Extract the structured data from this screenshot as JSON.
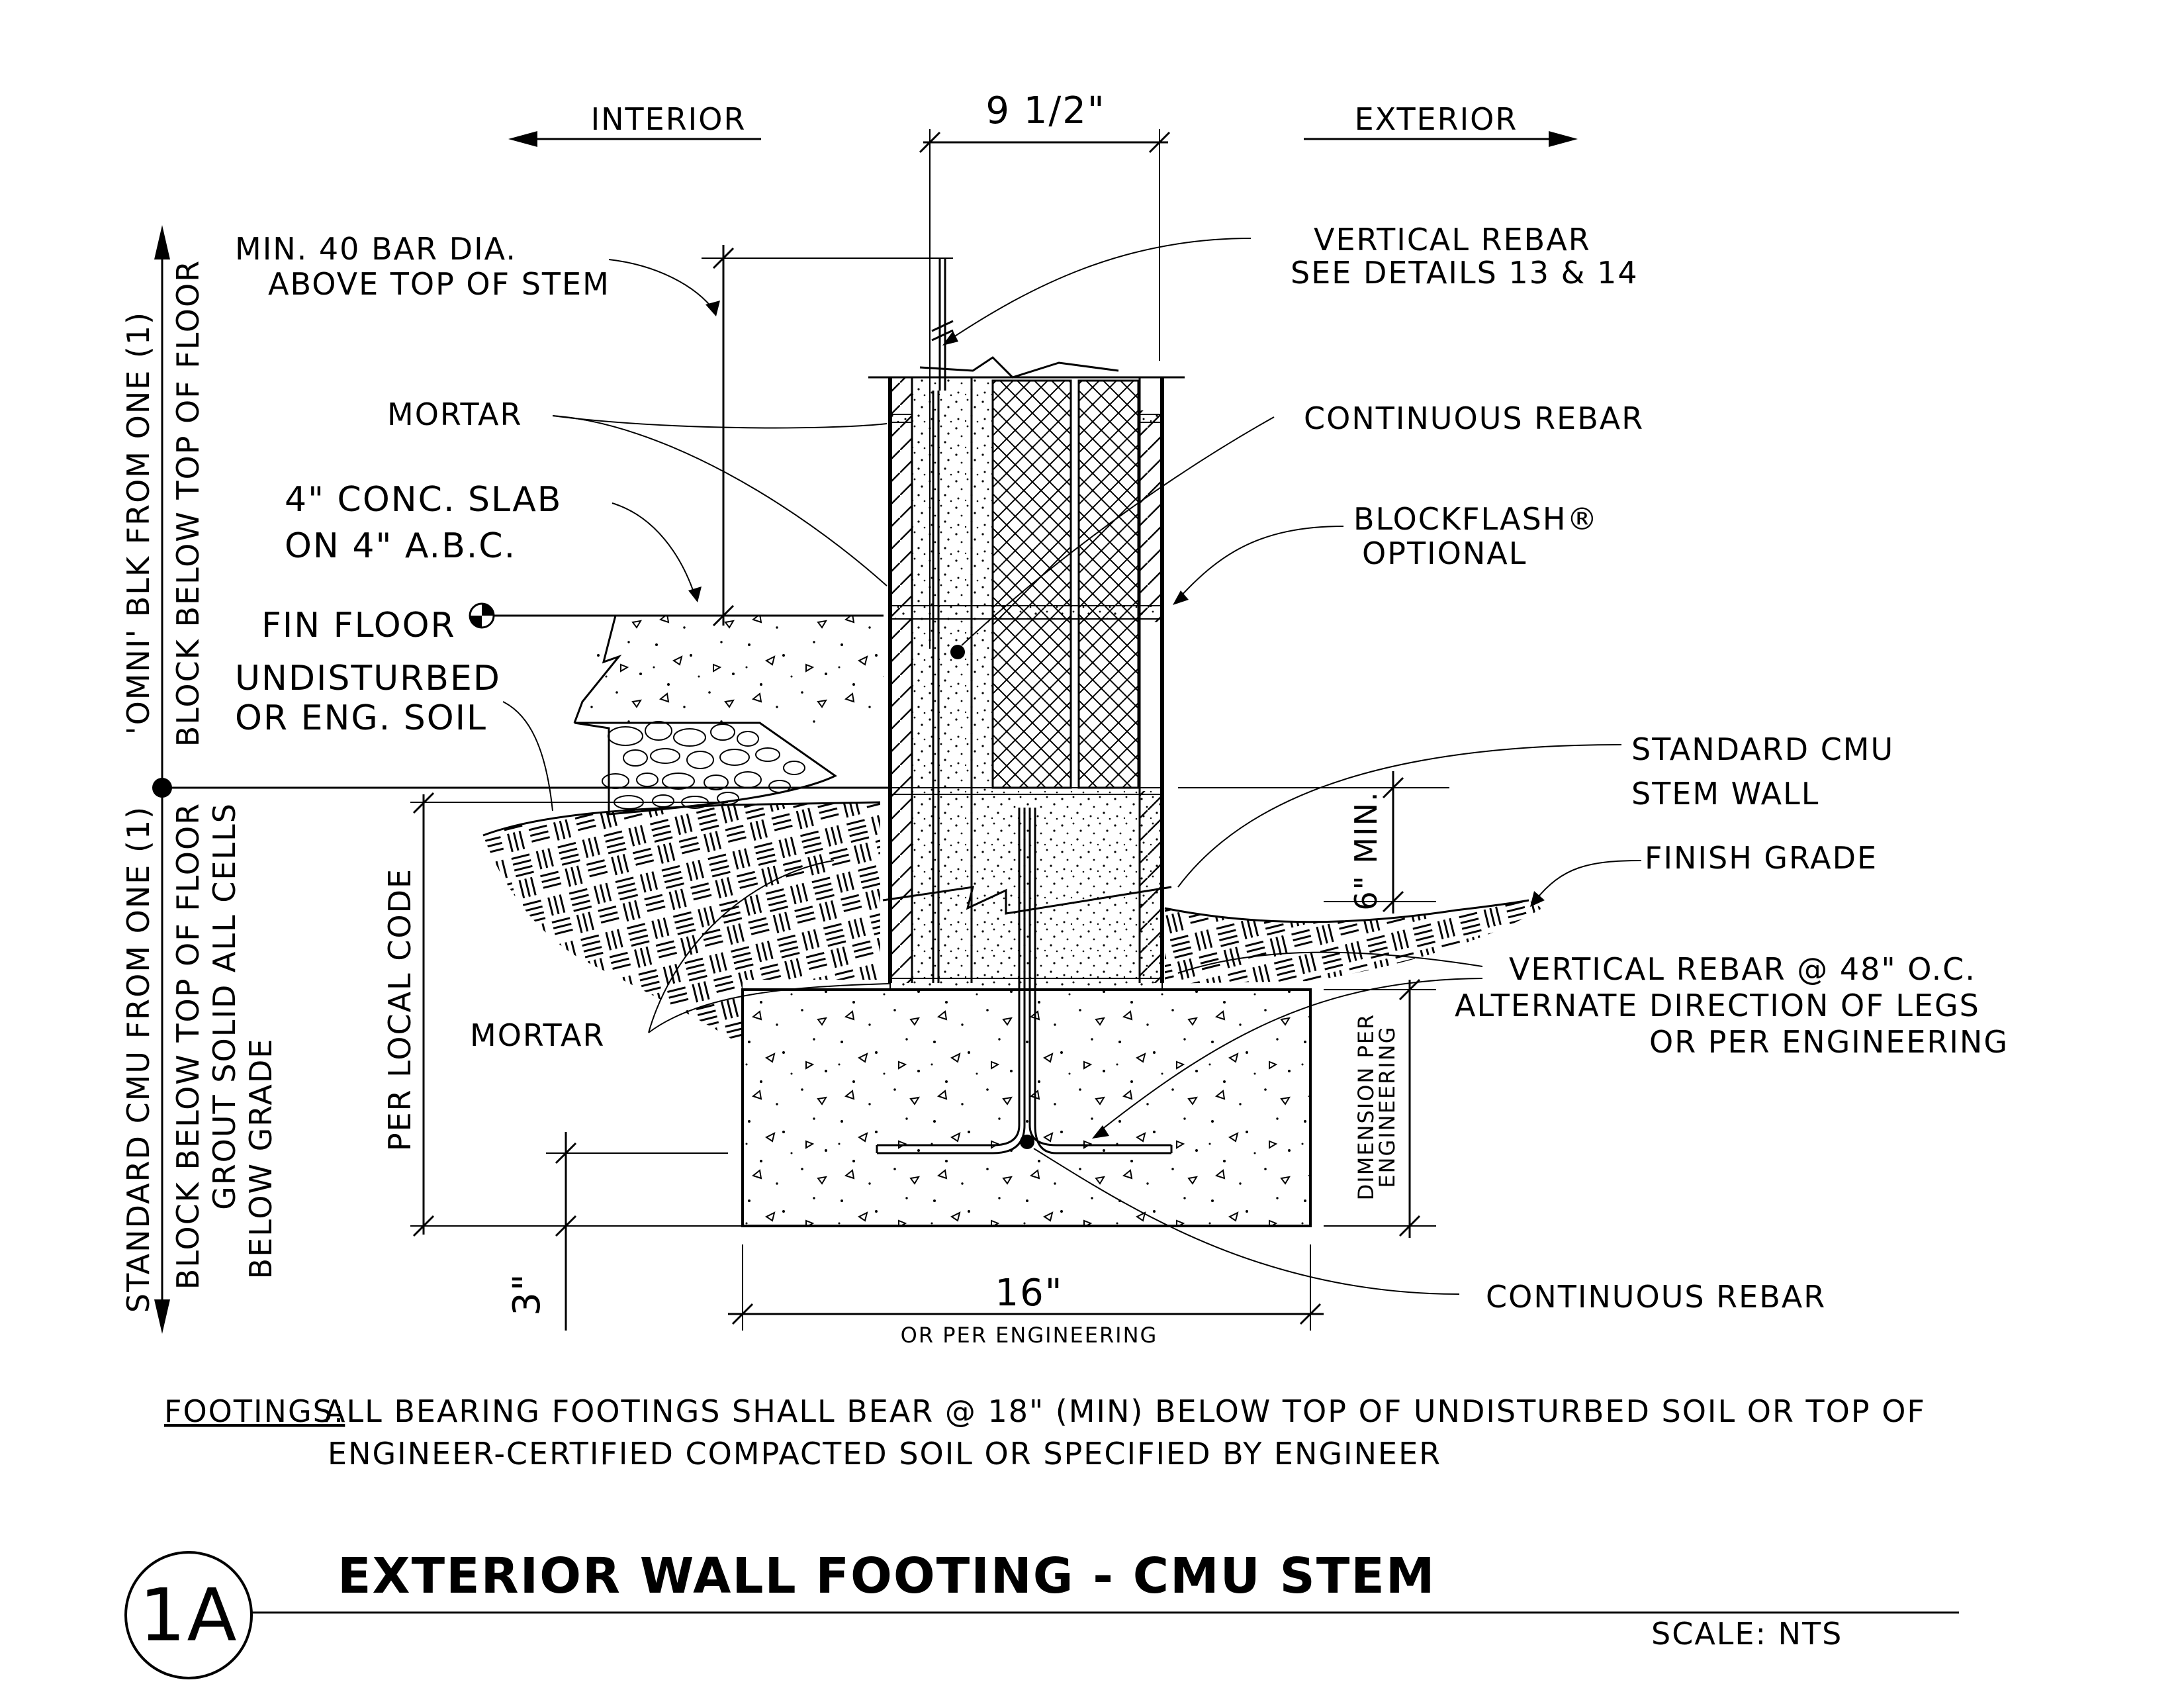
{
  "labels": {
    "interior": "INTERIOR",
    "exterior": "EXTERIOR",
    "dim_wall": "9 1/2\"",
    "min40_l1": "MIN. 40 BAR DIA.",
    "min40_l2": "ABOVE TOP OF STEM",
    "vrebar_l1": "VERTICAL REBAR",
    "vrebar_l2": "SEE DETAILS 13 & 14",
    "mortar_top": "MORTAR",
    "cont_rebar_top": "CONTINUOUS REBAR",
    "slab_l1": "4\" CONC. SLAB",
    "slab_l2": "ON 4\" A.B.C.",
    "blockflash_l1": "BLOCKFLASH®",
    "blockflash_l2": "OPTIONAL",
    "fin_floor": "FIN FLOOR",
    "soil_l1": "UNDISTURBED",
    "soil_l2": "OR ENG. SOIL",
    "std_cmu_l1": "STANDARD CMU",
    "std_cmu_l2": "STEM WALL",
    "finish_grade": "FINISH GRADE",
    "six_min": "6\" MIN.",
    "vr48_l1": "VERTICAL REBAR @ 48\" O.C.",
    "vr48_l2": "ALTERNATE DIRECTION OF LEGS",
    "vr48_l3": "OR PER ENGINEERING",
    "mortar_low": "MORTAR",
    "per_local_code": "PER LOCAL CODE",
    "dim_per_eng_l1": "DIMENSION PER",
    "dim_per_eng_l2": "ENGINEERING",
    "cont_rebar_low": "CONTINUOUS REBAR",
    "dim_3": "3\"",
    "dim_16": "16\"",
    "or_per_eng": "OR PER ENGINEERING",
    "omni_upper": "'OMNI' BLK FROM ONE (1)",
    "block_below_upper": "BLOCK BELOW TOP OF FLOOR",
    "std_cmu_lower": "STANDARD CMU FROM ONE (1)",
    "block_below_lower": "BLOCK BELOW TOP OF FLOOR",
    "grout_solid": "GROUT SOLID ALL CELLS",
    "below_grade": "BELOW GRADE"
  },
  "note": {
    "heading": "FOOTINGS:",
    "line1": "ALL BEARING FOOTINGS SHALL BEAR @ 18\" (MIN) BELOW TOP OF UNDISTURBED SOIL OR TOP OF",
    "line2": "ENGINEER-CERTIFIED COMPACTED SOIL OR SPECIFIED BY ENGINEER"
  },
  "title_block": {
    "detail_number": "1A",
    "title": "EXTERIOR WALL FOOTING - CMU STEM",
    "scale": "SCALE: NTS"
  }
}
